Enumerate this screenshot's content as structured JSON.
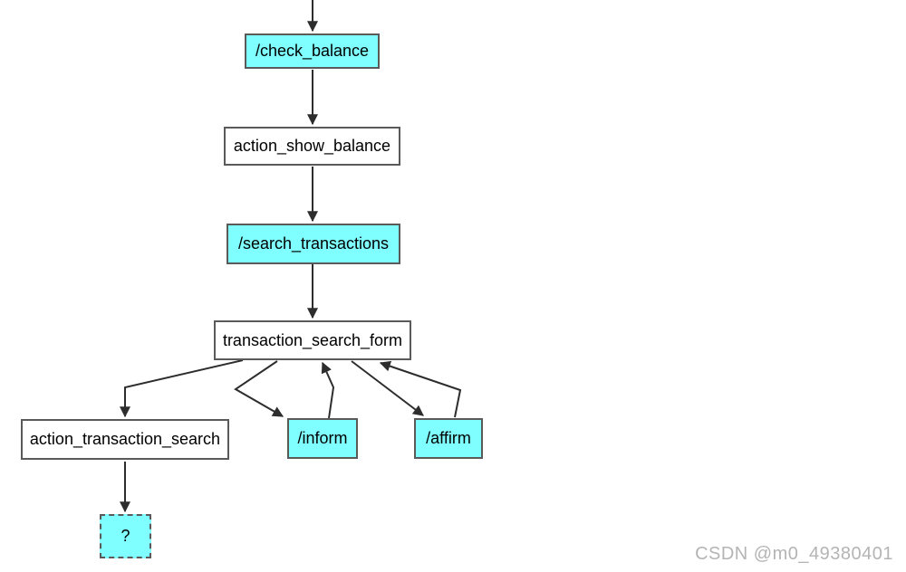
{
  "diagram": {
    "type": "flowchart",
    "description": "Dialogue story graph with intent and action nodes connected by arrows",
    "nodes": [
      {
        "id": "check_balance",
        "label": "/check_balance",
        "kind": "intent"
      },
      {
        "id": "action_show_balance",
        "label": "action_show_balance",
        "kind": "action"
      },
      {
        "id": "search_transactions",
        "label": "/search_transactions",
        "kind": "intent"
      },
      {
        "id": "transaction_search_form",
        "label": "transaction_search_form",
        "kind": "action"
      },
      {
        "id": "action_transaction_search",
        "label": "action_transaction_search",
        "kind": "action"
      },
      {
        "id": "inform",
        "label": "/inform",
        "kind": "intent"
      },
      {
        "id": "affirm",
        "label": "/affirm",
        "kind": "intent"
      },
      {
        "id": "unknown",
        "label": "?",
        "kind": "intent-dashed"
      }
    ],
    "edges": [
      {
        "from": "top",
        "to": "check_balance"
      },
      {
        "from": "check_balance",
        "to": "action_show_balance"
      },
      {
        "from": "action_show_balance",
        "to": "search_transactions"
      },
      {
        "from": "search_transactions",
        "to": "transaction_search_form"
      },
      {
        "from": "transaction_search_form",
        "to": "action_transaction_search"
      },
      {
        "from": "transaction_search_form",
        "to": "inform"
      },
      {
        "from": "inform",
        "to": "transaction_search_form"
      },
      {
        "from": "transaction_search_form",
        "to": "affirm"
      },
      {
        "from": "affirm",
        "to": "transaction_search_form"
      },
      {
        "from": "action_transaction_search",
        "to": "unknown"
      }
    ],
    "colors": {
      "intent_fill": "#7fffff",
      "action_fill": "#ffffff",
      "node_border": "#5a5a5a",
      "edge_stroke": "#2d2d2d",
      "text": "#000000"
    }
  },
  "watermark": {
    "text": "CSDN @m0_49380401",
    "color": "#b4b4b4"
  }
}
